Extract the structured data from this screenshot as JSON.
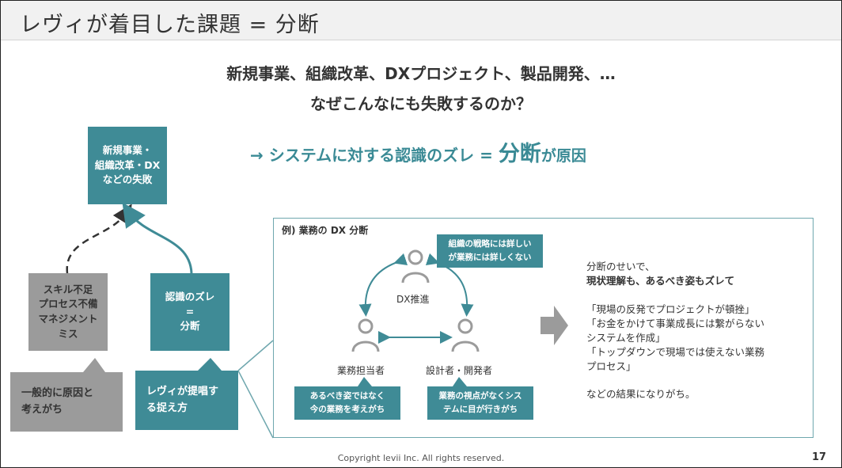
{
  "slide": {
    "title": "レヴィが着目した課題 = 分断",
    "headline_line1": "新規事業、組織改革、DXプロジェクト、製品開発、…",
    "headline_line2": "なぜこんなにも失敗するのか？",
    "arrow_prefix": "→ システムに対する認識のズレ = ",
    "arrow_emphasis": "分断",
    "arrow_suffix": "が原因",
    "footer": "Copyright levii Inc. All rights reserved.",
    "page_number": "17"
  },
  "left_diagram": {
    "top_box": [
      "新規事業・",
      "組織改革・DX",
      "などの失敗"
    ],
    "gray_box": [
      "スキル不足",
      "プロセス不備",
      "マネジメント",
      "ミス"
    ],
    "teal_box": [
      "認識のズレ",
      "=",
      "分断"
    ],
    "gray_label": [
      "一般的に原因と",
      "考えがち"
    ],
    "teal_label": [
      "レヴィが提唱す",
      "る捉え方"
    ]
  },
  "example": {
    "title": "例) 業務の DX 分断",
    "person_top": "DX推進",
    "person_left": "業務担当者",
    "person_right": "設計者・開発者",
    "bubble_top": [
      "組織の戦略には詳しい",
      "が業務には詳しくない"
    ],
    "bubble_left": [
      "あるべき姿ではなく",
      "今の業務を考えがち"
    ],
    "bubble_right": [
      "業務の視点がなくシス",
      "テムに目が行きがち"
    ],
    "right_lines": [
      "分断のせいで、",
      "現状理解も、あるべき姿もズレて",
      "「現場の反発でプロジェクトが頓挫」",
      "「お金をかけて事業成長には繋がらない",
      "システムを作成」",
      "「トップダウンで現場では使えない業務",
      "プロセス」",
      "などの結果になりがち。"
    ]
  },
  "colors": {
    "teal": "#3f8b96",
    "gray": "#9b9b9b",
    "accent_text": "#3a8a95"
  }
}
